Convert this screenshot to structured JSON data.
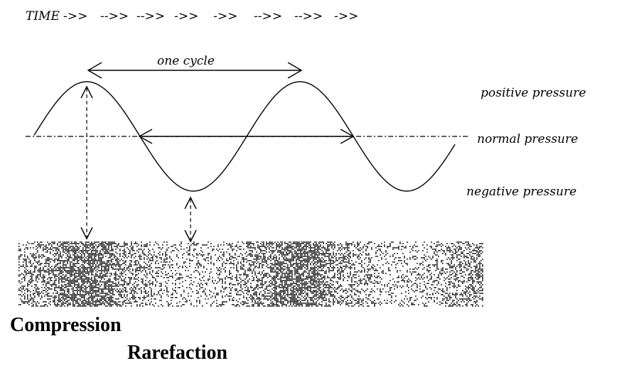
{
  "time_axis": {
    "label": "TIME",
    "arrows": [
      "->>",
      "-->>",
      "-->>",
      "->>",
      "->>",
      "-->>",
      "-->>",
      "->>"
    ]
  },
  "labels": {
    "one_cycle": "one cycle",
    "positive_pressure": "positive pressure",
    "normal_pressure": "normal pressure",
    "negative_pressure": "negative pressure",
    "compression": "Compression",
    "rarefaction": "Rarefaction"
  }
}
